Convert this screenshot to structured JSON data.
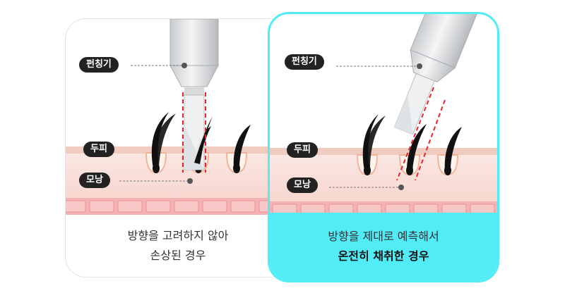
{
  "labels": {
    "punch": "펀칭기",
    "scalp": "두피",
    "follicle": "모낭"
  },
  "left_panel": {
    "caption_line1": "방향을 고려하지 않아",
    "caption_line2": "손상된 경우"
  },
  "right_panel": {
    "caption_line1": "방향을 제대로 예측해서",
    "caption_line2": "온전히 채취한 경우"
  },
  "colors": {
    "accent": "#52ecf7",
    "dashed_guide": "#e8242c",
    "skin_band": "#f6d7cf",
    "dermis": "#fae6e0",
    "cell_row": "#f6a8ad",
    "label_bg": "#222222"
  }
}
